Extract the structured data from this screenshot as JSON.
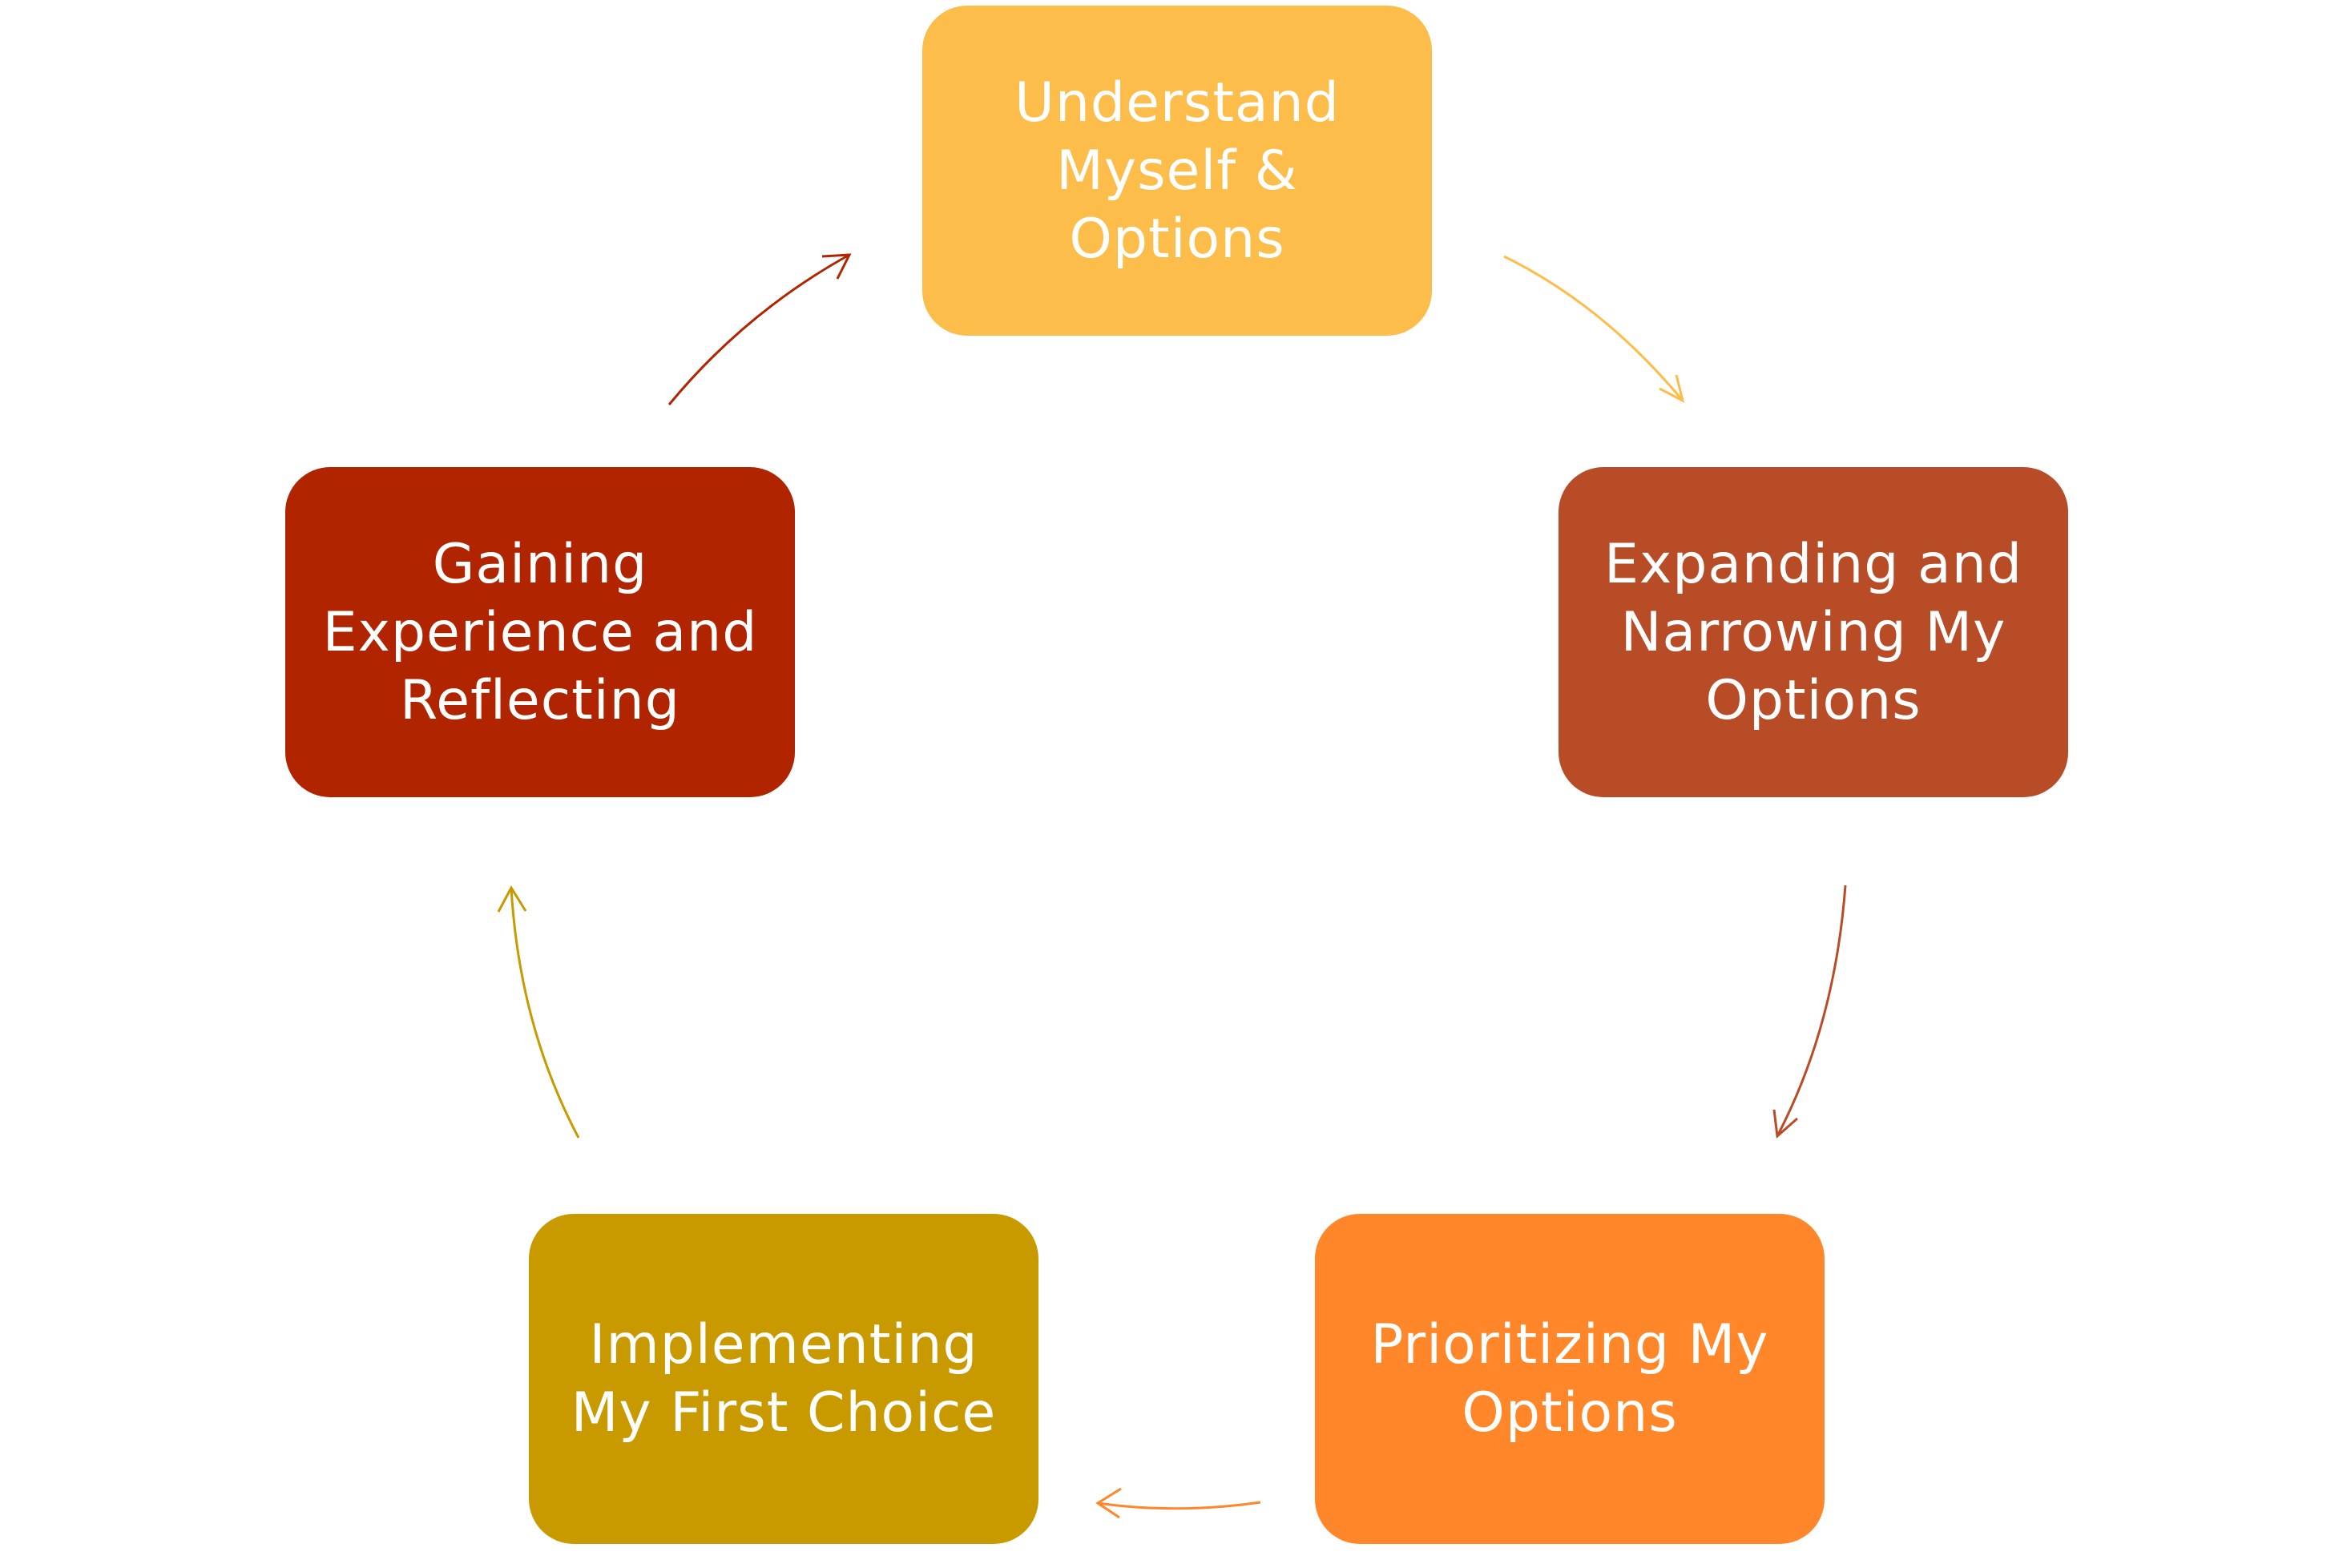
{
  "diagram": {
    "type": "cycle",
    "nodes": [
      {
        "id": "understand",
        "label": "Understand Myself & Options",
        "color": "#FDBD4A"
      },
      {
        "id": "expanding",
        "label": "Expanding and Narrowing My Options",
        "color": "#B84C27"
      },
      {
        "id": "prioritizing",
        "label": "Prioritizing My Options",
        "color": "#FF8629"
      },
      {
        "id": "implementing",
        "label": "Implementing My First Choice",
        "color": "#C99900"
      },
      {
        "id": "gaining",
        "label": "Gaining Experience and Reflecting",
        "color": "#B02500"
      }
    ],
    "edges": [
      {
        "from": "understand",
        "to": "expanding",
        "color": "#FDBD4A"
      },
      {
        "from": "expanding",
        "to": "prioritizing",
        "color": "#B84C27"
      },
      {
        "from": "prioritizing",
        "to": "implementing",
        "color": "#FF8629"
      },
      {
        "from": "implementing",
        "to": "gaining",
        "color": "#C99900"
      },
      {
        "from": "gaining",
        "to": "understand",
        "color": "#B02500"
      }
    ]
  }
}
